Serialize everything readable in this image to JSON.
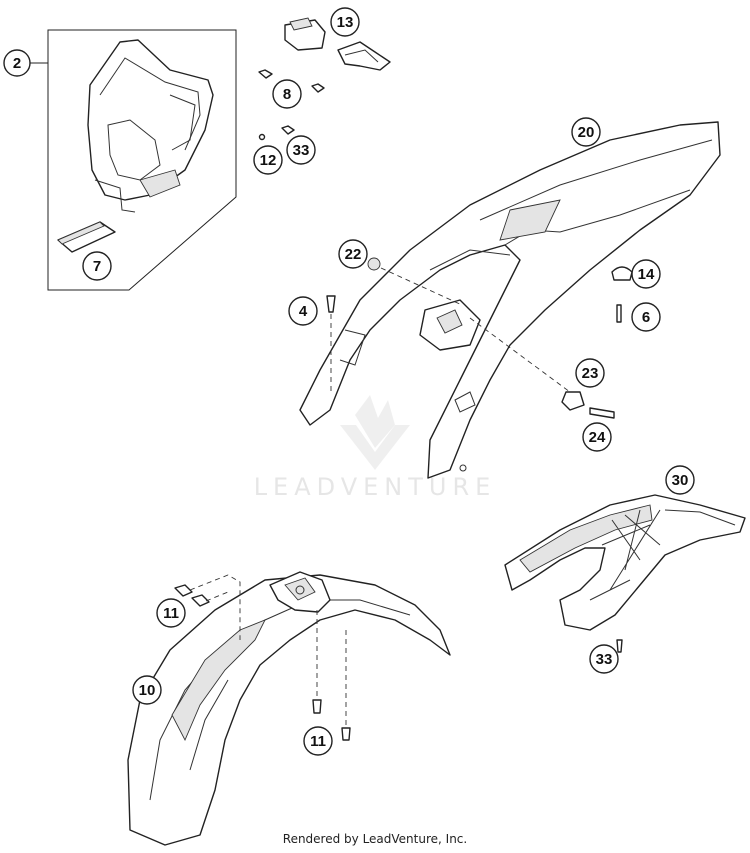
{
  "watermark": {
    "text": "LEADVENTURE"
  },
  "footer": {
    "text": "Rendered by LeadVenture, Inc."
  },
  "callouts": {
    "c2": "2",
    "c7": "7",
    "c13": "13",
    "c8": "8",
    "c12": "12",
    "c33a": "33",
    "c20": "20",
    "c22": "22",
    "c14": "14",
    "c4": "4",
    "c6": "6",
    "c23": "23",
    "c24": "24",
    "c30": "30",
    "c33b": "33",
    "c11a": "11",
    "c10": "10",
    "c11b": "11"
  }
}
